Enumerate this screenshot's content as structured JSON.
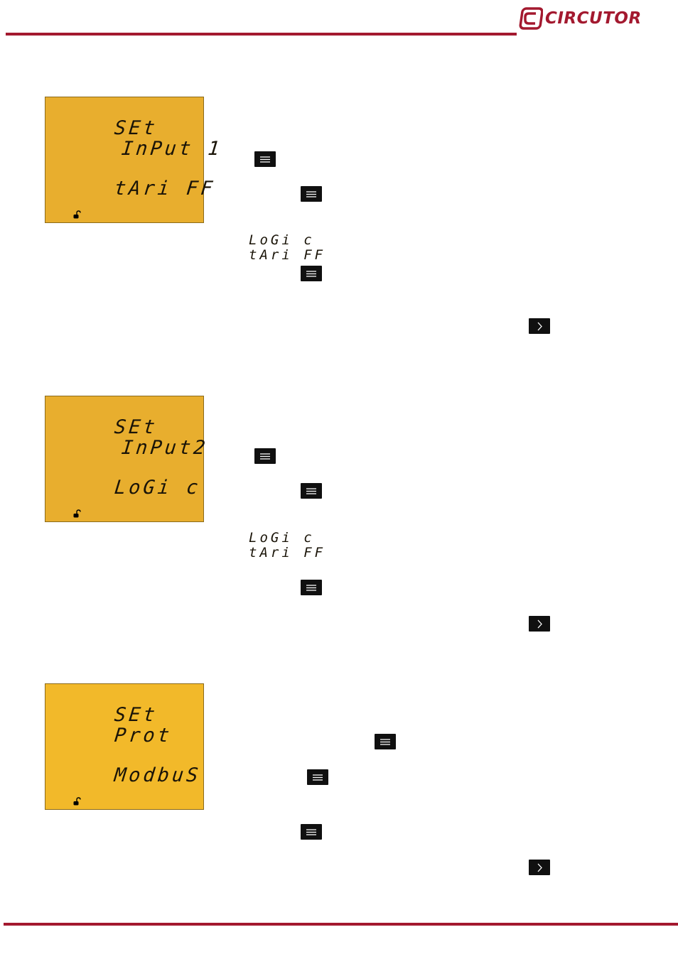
{
  "header": {
    "brand": "CIRCUTOR",
    "brand_color": "#a3192f"
  },
  "screens": [
    {
      "line1": "SEt",
      "line2": "InPut 1",
      "line3": "tAri FF",
      "icon": "unlocked-padlock-icon",
      "bg": "#e8ae2e"
    },
    {
      "line1": "SEt",
      "line2": "InPut2",
      "line3": "LoGi c",
      "icon": "unlocked-padlock-icon",
      "bg": "#e8ae2e"
    },
    {
      "line1": "SEt",
      "line2": "Prot",
      "line3": "ModbuS",
      "icon": "unlocked-padlock-icon",
      "bg": "#f2b92a"
    }
  ],
  "options": [
    {
      "line1": "LoGi c",
      "line2": "tAri FF"
    },
    {
      "line1": "LoGi c",
      "line2": "tAri FF"
    }
  ],
  "keys": {
    "menu_icon": "menu-key-icon",
    "next_icon": "next-key-icon"
  }
}
